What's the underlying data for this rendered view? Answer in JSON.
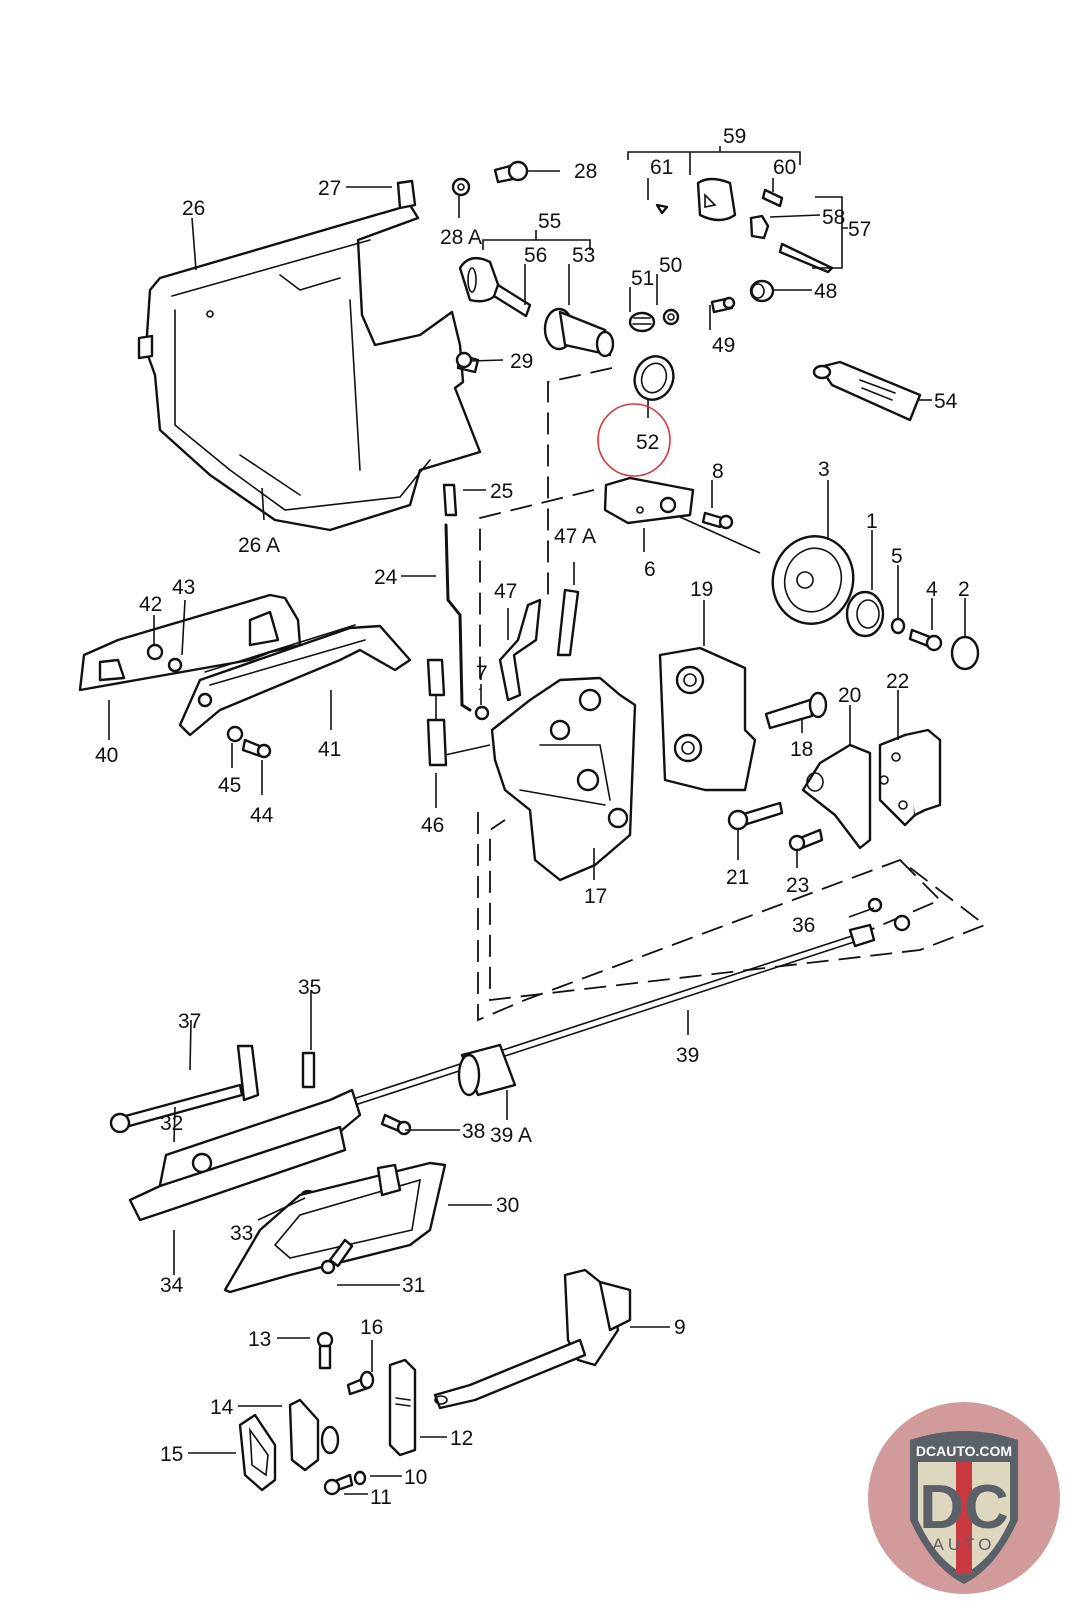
{
  "diagram": {
    "type": "exploded-parts-diagram",
    "subject": "Door lock and handle assembly",
    "highlighted_callout": "52",
    "highlight_color": "#d9363e",
    "callouts": [
      {
        "id": "1",
        "label": "1"
      },
      {
        "id": "2",
        "label": "2"
      },
      {
        "id": "3",
        "label": "3"
      },
      {
        "id": "4",
        "label": "4"
      },
      {
        "id": "5",
        "label": "5"
      },
      {
        "id": "6",
        "label": "6"
      },
      {
        "id": "7",
        "label": "7"
      },
      {
        "id": "8",
        "label": "8"
      },
      {
        "id": "9",
        "label": "9"
      },
      {
        "id": "10",
        "label": "10"
      },
      {
        "id": "11",
        "label": "11"
      },
      {
        "id": "12",
        "label": "12"
      },
      {
        "id": "13",
        "label": "13"
      },
      {
        "id": "14",
        "label": "14"
      },
      {
        "id": "15",
        "label": "15"
      },
      {
        "id": "16",
        "label": "16"
      },
      {
        "id": "17",
        "label": "17"
      },
      {
        "id": "18",
        "label": "18"
      },
      {
        "id": "19",
        "label": "19"
      },
      {
        "id": "20",
        "label": "20"
      },
      {
        "id": "21",
        "label": "21"
      },
      {
        "id": "22",
        "label": "22"
      },
      {
        "id": "23",
        "label": "23"
      },
      {
        "id": "24",
        "label": "24"
      },
      {
        "id": "25",
        "label": "25"
      },
      {
        "id": "26",
        "label": "26"
      },
      {
        "id": "26A",
        "label": "26 A"
      },
      {
        "id": "27",
        "label": "27"
      },
      {
        "id": "28",
        "label": "28"
      },
      {
        "id": "28A",
        "label": "28 A"
      },
      {
        "id": "29",
        "label": "29"
      },
      {
        "id": "30",
        "label": "30"
      },
      {
        "id": "31",
        "label": "31"
      },
      {
        "id": "32",
        "label": "32"
      },
      {
        "id": "33",
        "label": "33"
      },
      {
        "id": "34",
        "label": "34"
      },
      {
        "id": "35",
        "label": "35"
      },
      {
        "id": "36",
        "label": "36"
      },
      {
        "id": "37",
        "label": "37"
      },
      {
        "id": "38",
        "label": "38"
      },
      {
        "id": "39",
        "label": "39"
      },
      {
        "id": "39A",
        "label": "39 A"
      },
      {
        "id": "40",
        "label": "40"
      },
      {
        "id": "41",
        "label": "41"
      },
      {
        "id": "42",
        "label": "42"
      },
      {
        "id": "43",
        "label": "43"
      },
      {
        "id": "44",
        "label": "44"
      },
      {
        "id": "45",
        "label": "45"
      },
      {
        "id": "46",
        "label": "46"
      },
      {
        "id": "47",
        "label": "47"
      },
      {
        "id": "47A",
        "label": "47 A"
      },
      {
        "id": "48",
        "label": "48"
      },
      {
        "id": "49",
        "label": "49"
      },
      {
        "id": "50",
        "label": "50"
      },
      {
        "id": "51",
        "label": "51"
      },
      {
        "id": "52",
        "label": "52"
      },
      {
        "id": "53",
        "label": "53"
      },
      {
        "id": "54",
        "label": "54"
      },
      {
        "id": "55",
        "label": "55"
      },
      {
        "id": "56",
        "label": "56"
      },
      {
        "id": "57",
        "label": "57"
      },
      {
        "id": "58",
        "label": "58"
      },
      {
        "id": "59",
        "label": "59"
      },
      {
        "id": "60",
        "label": "60"
      },
      {
        "id": "61",
        "label": "61"
      }
    ],
    "groups": [
      {
        "label": "55",
        "members": [
          "56",
          "53"
        ]
      },
      {
        "label": "59",
        "members": [
          "61",
          "60"
        ]
      },
      {
        "label": "57",
        "members": [
          "58"
        ]
      }
    ]
  },
  "watermark": {
    "site": "DCAUTO.COM",
    "mark": "DC",
    "sub": "AUTO",
    "colors": {
      "badge_bg": "#c98a8a",
      "shield": "#ded7c0",
      "letters": "#5b6168",
      "stripe": "#c9393f"
    }
  }
}
